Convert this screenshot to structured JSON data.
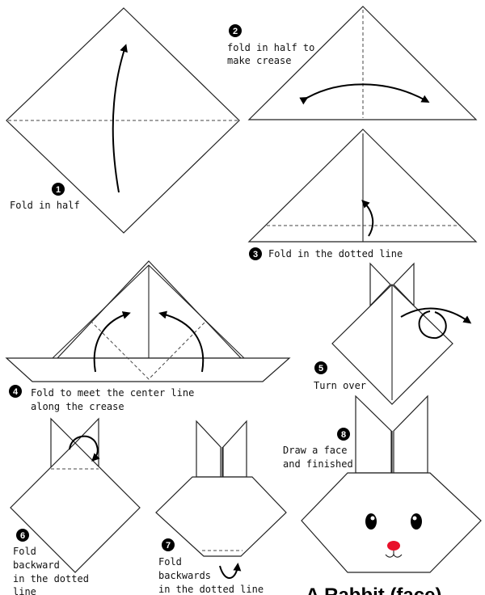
{
  "title": "A Rabbit (face)",
  "steps": [
    {
      "number": "1",
      "text": "Fold in half"
    },
    {
      "number": "2",
      "line1": "fold in half to",
      "line2": "make crease"
    },
    {
      "number": "3",
      "text": "Fold in the dotted line"
    },
    {
      "number": "4",
      "line1": "Fold to meet the center line",
      "line2": "along the crease"
    },
    {
      "number": "5",
      "text": "Turn over"
    },
    {
      "number": "6",
      "line1": "Fold",
      "line2": "backward",
      "line3": "in the dotted",
      "line4": "line"
    },
    {
      "number": "7",
      "line1": "Fold",
      "line2": "backwards",
      "line3": "in the dotted line"
    },
    {
      "number": "8",
      "line1": "Draw a face",
      "line2": "and finished"
    }
  ],
  "colors": {
    "nose": "#e8102a",
    "ink": "#000000",
    "paper": "#ffffff"
  }
}
